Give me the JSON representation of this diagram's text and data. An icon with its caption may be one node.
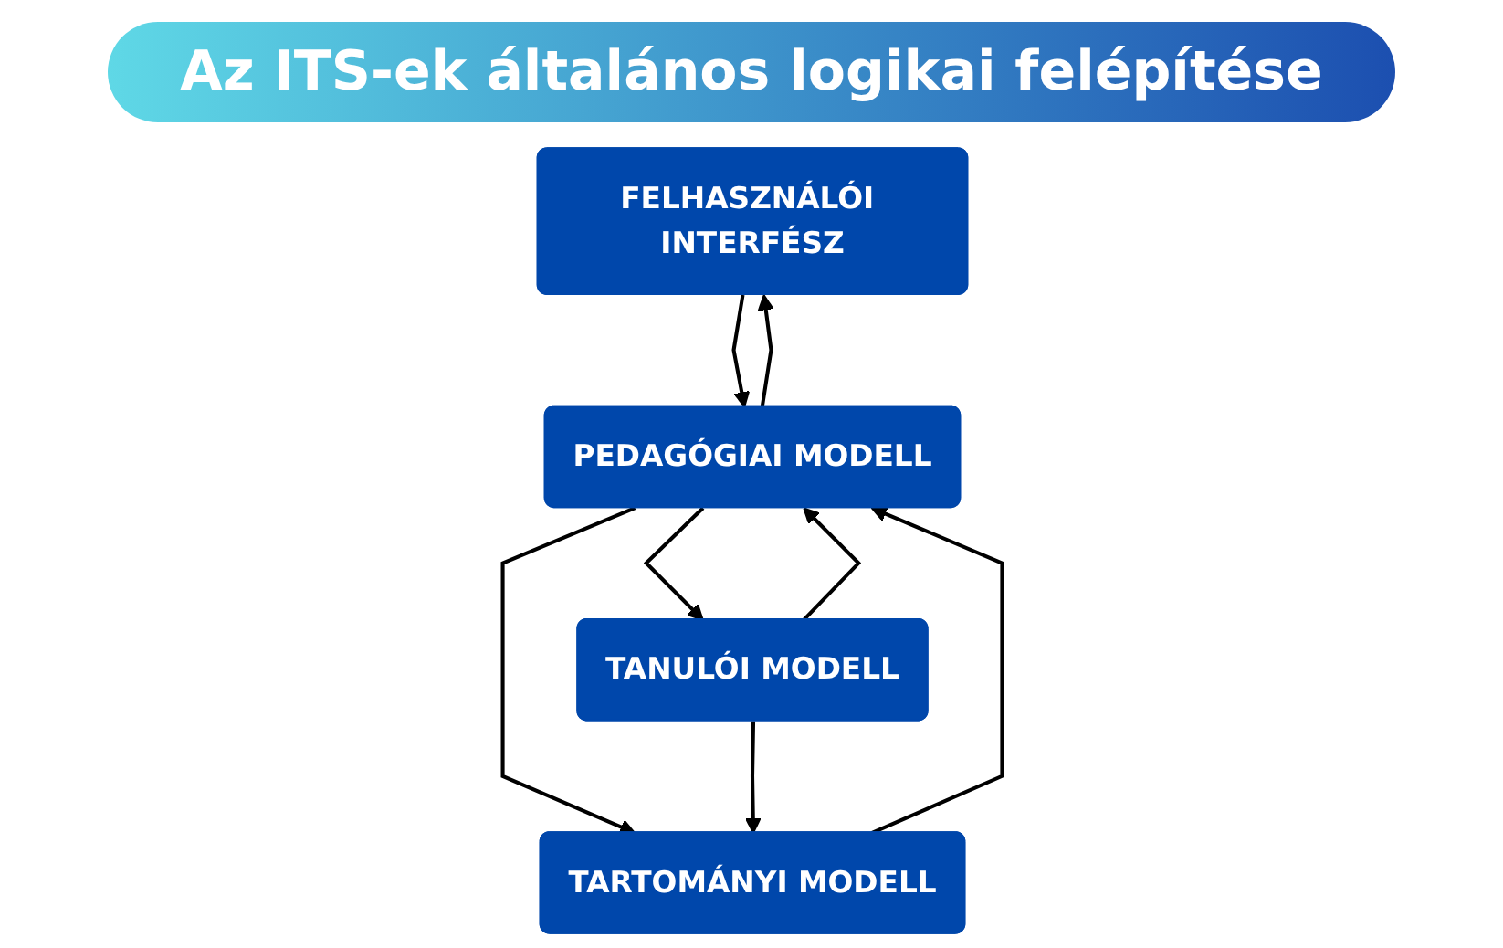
{
  "diagram": {
    "title": "Az ITS-ek általános logikai felépítése",
    "nodes": [
      {
        "text": [
          "FELHASZNÁLÓI INTERFÉSZ"
        ]
      },
      {
        "text": [
          "PEDAGÓGIAI MODELL"
        ]
      },
      {
        "text": [
          "TANULÓI MODELL"
        ]
      },
      {
        "text": [
          "TARTOMÁNYI MODELL"
        ]
      }
    ],
    "edges": [
      {
        "from": 1,
        "to": 0,
        "arrow": "to"
      },
      {
        "from": 0,
        "to": 1,
        "arrow": "to"
      },
      {
        "from": 2,
        "to": 1,
        "arrow": "to"
      },
      {
        "from": 1,
        "to": 2,
        "arrow": "to"
      },
      {
        "from": 1,
        "to": 3,
        "arrow": "to"
      },
      {
        "from": 3,
        "to": 1,
        "arrow": "to"
      },
      {
        "from": 2,
        "to": 3,
        "arrow": "to"
      }
    ]
  }
}
